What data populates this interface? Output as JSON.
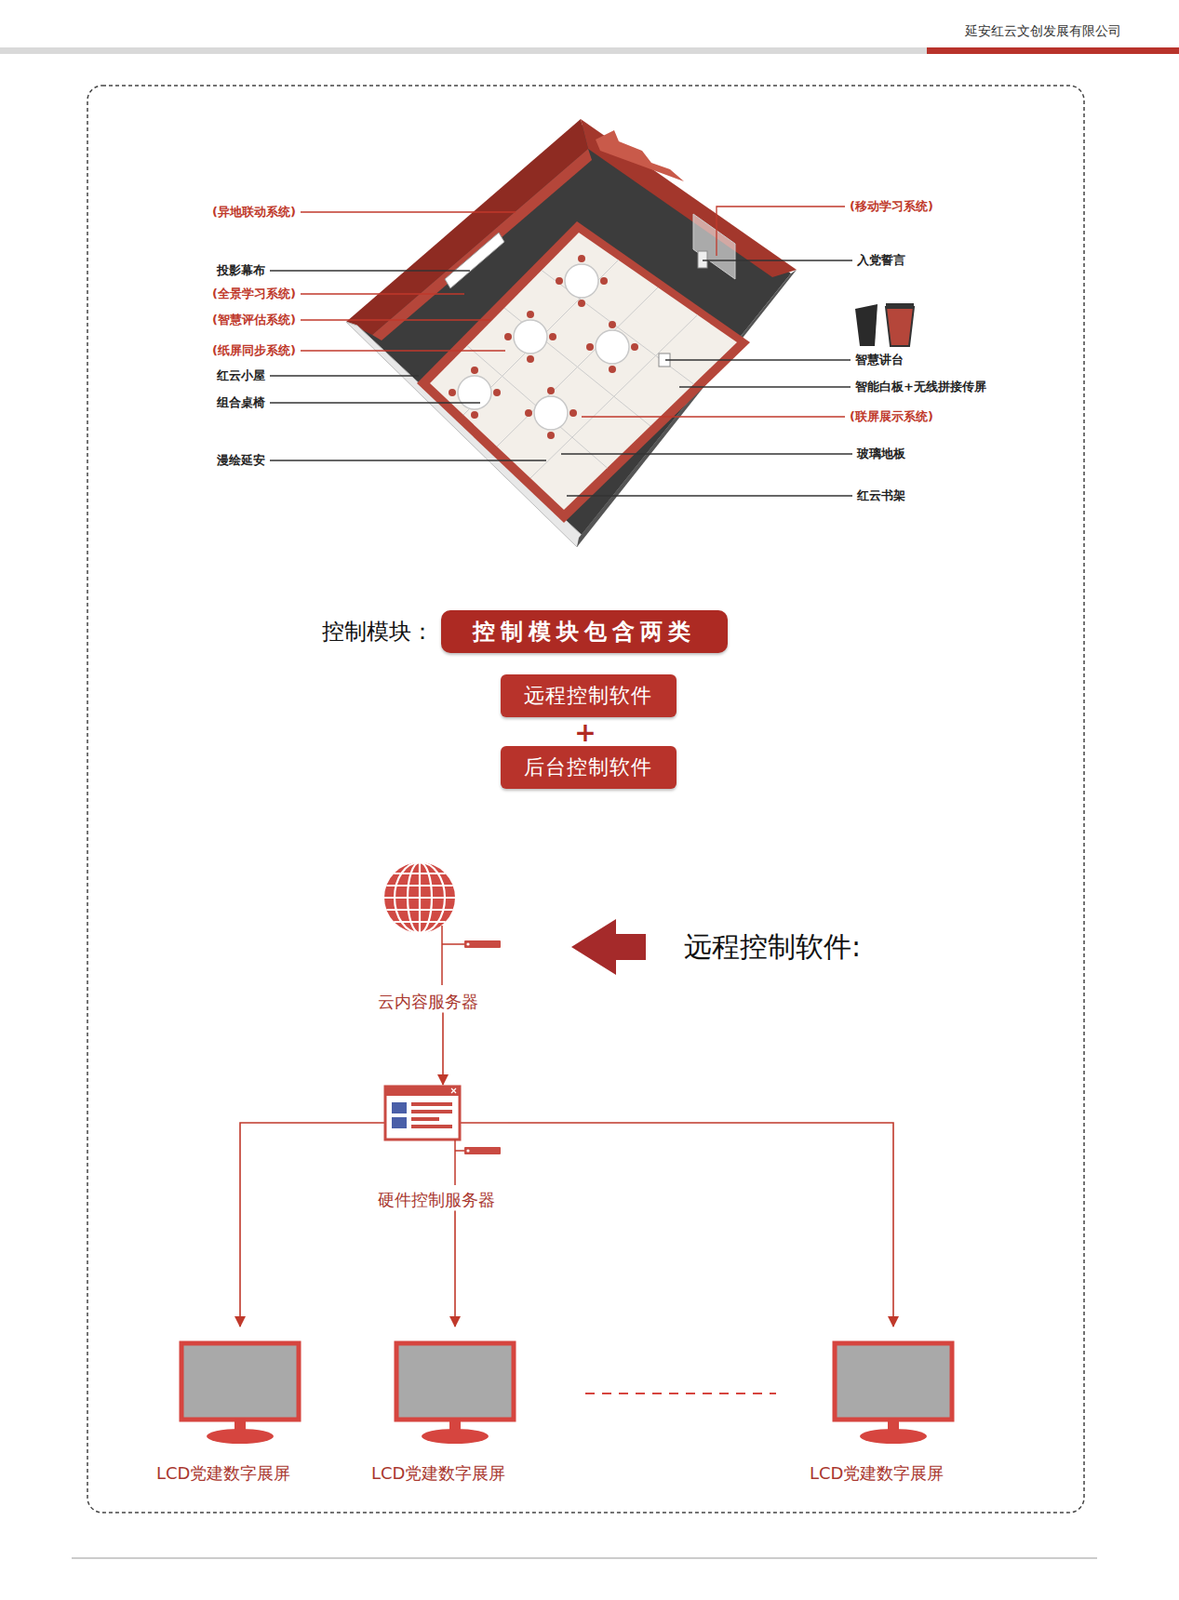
{
  "diagram": {
    "nodes": [
      {
        "text": [
          "控制模块包含两类"
        ]
      },
      {
        "text": [
          "远程控制软件"
        ]
      },
      {
        "text": [
          "后台控制软件"
        ]
      },
      {
        "text": [
          "云内容服务器"
        ]
      },
      {
        "text": [
          "硬件控制服务器"
        ]
      },
      {
        "text": [
          "LCD党建数字展屏"
        ]
      },
      {
        "text": [
          "LCD党建数字展屏"
        ]
      },
      {
        "text": [
          "LCD党建数字展屏"
        ]
      }
    ],
    "edges": [
      {
        "from": 3,
        "to": 4,
        "arrow": "to"
      },
      {
        "from": 4,
        "to": 5,
        "arrow": "to"
      },
      {
        "from": 4,
        "to": 6,
        "arrow": "to"
      },
      {
        "from": 4,
        "to": 7,
        "arrow": "to"
      }
    ],
    "labels": [
      "延安红云文创发展有限公司",
      "(异地联动系统)",
      "投影幕布",
      "(全景学习系统)",
      "(智慧评估系统)",
      "(纸屏同步系统)",
      "红云小屋",
      "组合桌椅",
      "漫绘延安",
      "(移动学习系统)",
      "入党誓言",
      "智慧讲台",
      "智能白板+无线拼接传屏",
      "(联屏展示系统)",
      "玻璃地板",
      "红云书架",
      "控制模块：",
      "+",
      "远程控制软件:"
    ]
  }
}
